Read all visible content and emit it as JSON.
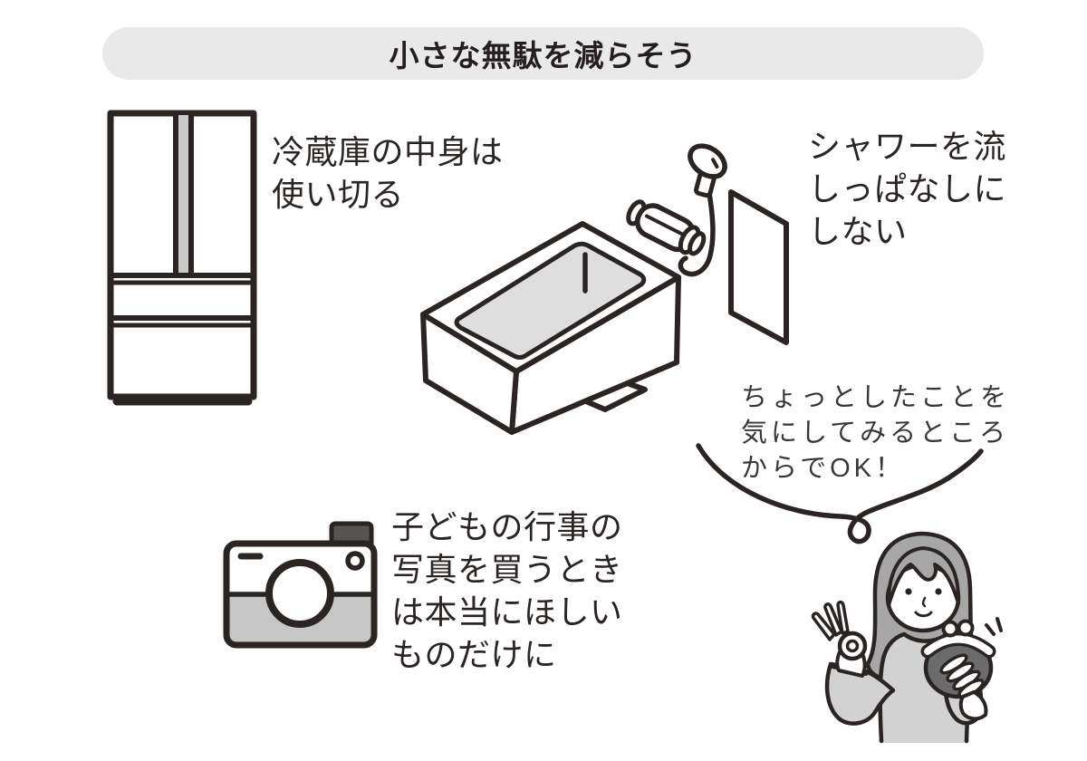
{
  "title": {
    "text": "小さな無駄を減らそう"
  },
  "notes": {
    "fridge": {
      "lines": [
        "冷蔵庫の中身は",
        "使い切る"
      ]
    },
    "shower": {
      "lines": [
        "シャワーを流",
        "しっぱなしに",
        "しない"
      ]
    },
    "camera": {
      "lines": [
        "子どもの行事の",
        "写真を買うとき",
        "は本当にほしい",
        "ものだけに"
      ]
    }
  },
  "speech_bubble": {
    "lines": [
      "ちょっとしたことを",
      "気にしてみるところ",
      "からでOK！"
    ]
  },
  "illustrations": {
    "fridge": "french-door refrigerator, outline style",
    "bathtub": "isometric bathtub with hand shower, hose and wall panel",
    "camera": "compact camera, outline style",
    "woman": "woman making OK sign holding a clasp coin purse"
  },
  "colors": {
    "outline": "#2a2422",
    "banner_bg": "#e9e9e9",
    "tub_top_gray": "#dedede",
    "camera_gray": "#c6c6c6",
    "fridge_strip_gray": "#c9c9c9",
    "hair_gray": "#a7a7a7",
    "sweater_gray": "#d2d2d2",
    "purse_gray": "#6b6b6b",
    "shutter_gray": "#575350"
  }
}
